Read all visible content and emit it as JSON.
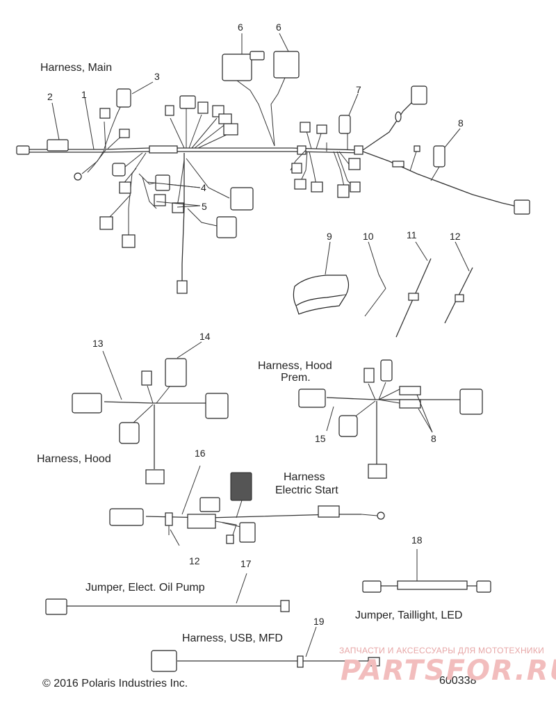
{
  "labels": {
    "harness_main": "Harness, Main",
    "harness_hood": "Harness, Hood",
    "harness_hood_prem_1": "Harness, Hood",
    "harness_hood_prem_2": "Prem.",
    "harness_es_1": "Harness",
    "harness_es_2": "Electric Start",
    "jumper_oil_pump": "Jumper, Elect. Oil Pump",
    "jumper_taillight": "Jumper, Taillight, LED",
    "harness_usb": "Harness, USB, MFD",
    "copyright": "© 2016 Polaris Industries Inc.",
    "figure_id": "600338"
  },
  "callouts": [
    "6",
    "6",
    "3",
    "2",
    "1",
    "7",
    "8",
    "4",
    "5",
    "9",
    "10",
    "11",
    "12",
    "13",
    "14",
    "15",
    "8",
    "16",
    "12",
    "17",
    "18",
    "19"
  ],
  "watermark": {
    "line1": "ЗАПЧАСТИ И АКСЕССУАРЫ ДЛЯ МОТОТЕХНИКИ",
    "line2": "PARTSFOR.RU",
    "color": "#e7a6a6"
  }
}
